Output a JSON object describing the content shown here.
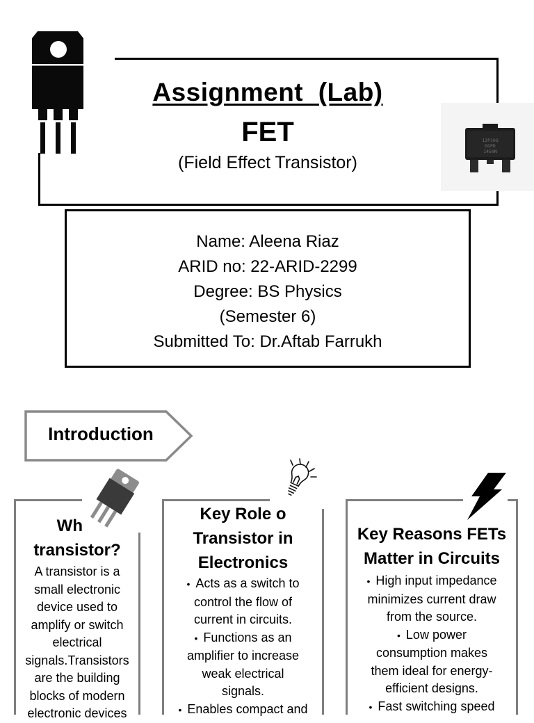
{
  "header": {
    "title": "Assignment  (Lab)",
    "subject": "FET",
    "subject_full": "(Field Effect Transistor)"
  },
  "info": {
    "name": "Name: Aleena Riaz",
    "arid": "ARID no: 22-ARID-2299",
    "degree": "Degree: BS Physics",
    "semester": "(Semester 6)",
    "submitted_to": "Submitted To: Dr.Aftab Farrukh"
  },
  "section": {
    "label": "Introduction"
  },
  "cards": [
    {
      "title_line1": "What",
      "title_line2": "transistor?",
      "lines": [
        "A transistor is a",
        "small electronic",
        "device used to",
        "amplify or switch",
        "electrical",
        "signals.Transistors",
        "are the building",
        "blocks of modern",
        "electronic devices"
      ],
      "icon": "to220-transistor-icon"
    },
    {
      "title_line1": "Key Role o",
      "title_line2": "Transistor in",
      "title_line3": "Electronics",
      "bullet_1": [
        "Acts as a switch to",
        "control the flow of",
        "current in circuits."
      ],
      "bullet_2": [
        "Functions as an",
        "amplifier to increase",
        "weak electrical",
        "signals."
      ],
      "bullet_3": [
        "Enables compact and"
      ],
      "icon": "light-bulb-icon"
    },
    {
      "title_line1": "Key Reasons FETs",
      "title_line2": "Matter in Circuits",
      "bullet_1": [
        "High input impedance",
        "minimizes current draw",
        "from the source."
      ],
      "bullet_2": [
        "Low power",
        "consumption makes",
        "them ideal for energy-",
        "efficient designs."
      ],
      "bullet_3": [
        "Fast switching speed"
      ],
      "icon": "lightning-bolt-icon"
    }
  ],
  "bullet_glyph": "•",
  "colors": {
    "text": "#000000",
    "card_border": "#7f7f7f",
    "frame": "#000000",
    "intro_border": "#8a8a8a"
  },
  "chip_marking": [
    "12P10Q",
    "DGPD",
    "1450N"
  ]
}
